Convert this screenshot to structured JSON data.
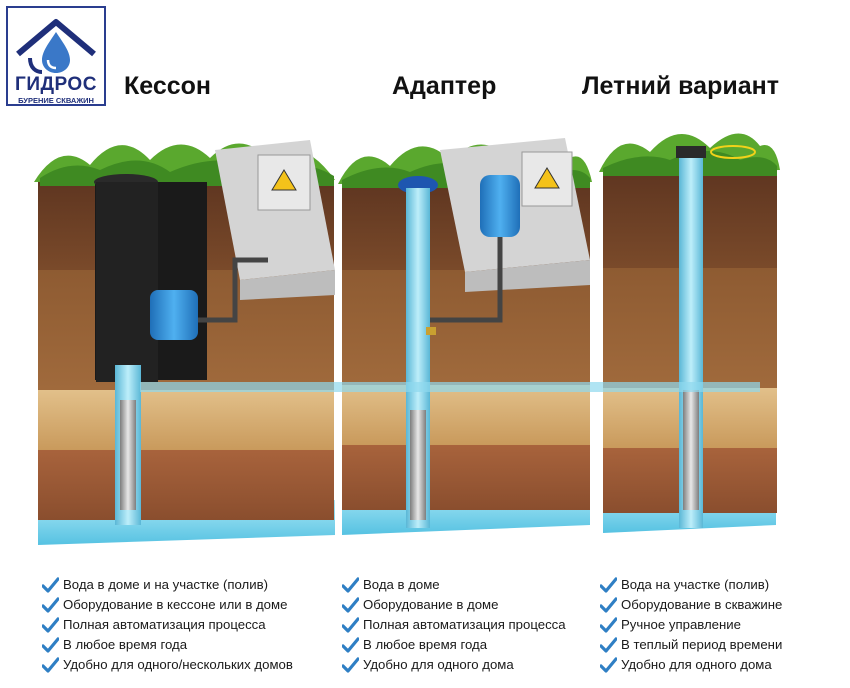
{
  "logo": {
    "name": "ГИДРОС",
    "subtitle": "БУРЕНИЕ СКВАЖИН"
  },
  "columns": [
    {
      "title": "Кессон",
      "features": [
        "Вода в доме и на участке (полив)",
        "Оборудование в кессоне или в доме",
        "Полная автоматизация процесса",
        "В любое время года",
        "Удобно для одного/нескольких домов"
      ]
    },
    {
      "title": "Адаптер",
      "features": [
        "Вода в доме",
        "Оборудование в доме",
        "Полная автоматизация процесса",
        "В любое время года",
        "Удобно для одного дома"
      ]
    },
    {
      "title": "Летний вариант",
      "features": [
        "Вода на участке (полив)",
        "Оборудование в скважине",
        "Ручное управление",
        "В теплый период времени",
        "Удобно для одного дома"
      ]
    }
  ],
  "colors": {
    "check": "#2f7fc4",
    "grass": "#5aa82e",
    "soil_top": "#6b3f22",
    "soil_mid": "#8a5a32",
    "sand": "#d7b27a",
    "clay": "#9c5d3a",
    "water": "#7fd3ea",
    "tank": "#2f8fd6",
    "house": "#cfcfcf",
    "logo": "#1f2f7a"
  },
  "icons": {
    "check": "check-icon",
    "warning": "electric-warning-icon",
    "logo": "house-drop-logo-icon"
  }
}
